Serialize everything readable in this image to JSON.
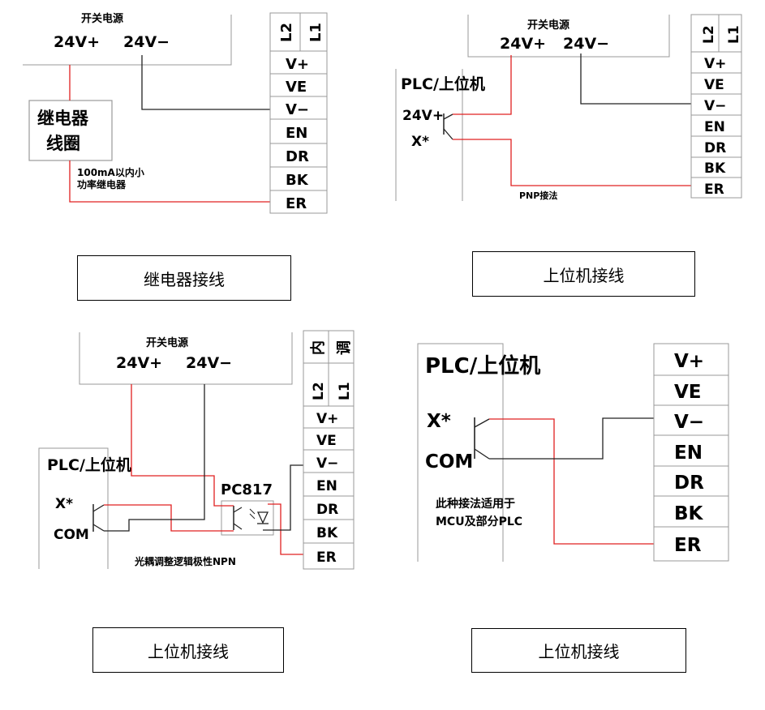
{
  "colors": {
    "wire_red": "#e02020",
    "wire_black": "#222222",
    "border_gray": "#999999"
  },
  "diagrams": {
    "relay": {
      "power_title": "开关电源",
      "v_plus": "24V+",
      "v_minus": "24V−",
      "relay_box_line1": "继电器",
      "relay_box_line2": "线圈",
      "note_line1": "100mA以内小",
      "note_line2": "功率继电器",
      "l2": "L2",
      "l1": "L1",
      "terminals": [
        "V+",
        "VE",
        "V−",
        "EN",
        "DR",
        "BK",
        "ER"
      ]
    },
    "pnp": {
      "power_title": "开关电源",
      "v_plus": "24V+",
      "v_minus": "24V−",
      "plc_label": "PLC/上位机",
      "plc_24v": "24V+",
      "plc_x": "X*",
      "note": "PNP接法",
      "l2": "L2",
      "l1": "L1",
      "terminals": [
        "V+",
        "VE",
        "V−",
        "EN",
        "DR",
        "BK",
        "ER"
      ]
    },
    "npn_opto": {
      "power_title": "开关电源",
      "v_plus": "24V+",
      "v_minus": "24V−",
      "plc_label": "PLC/上位机",
      "plc_x": "X*",
      "plc_com": "COM",
      "opto_label": "PC817",
      "note": "光耦调整逻辑极性NPN",
      "inner_1": "内",
      "inner_2": "调",
      "l2": "L2",
      "l1": "L1",
      "terminals": [
        "V+",
        "VE",
        "V−",
        "EN",
        "DR",
        "BK",
        "ER"
      ]
    },
    "mcu": {
      "plc_label": "PLC/上位机",
      "plc_x": "X*",
      "plc_com": "COM",
      "note_line1": "此种接法适用于",
      "note_line2": "MCU及部分PLC",
      "terminals": [
        "V+",
        "VE",
        "V−",
        "EN",
        "DR",
        "BK",
        "ER"
      ]
    }
  },
  "captions": {
    "relay": "继电器接线",
    "pnp": "上位机接线",
    "npn_opto": "上位机接线",
    "mcu": "上位机接线"
  }
}
